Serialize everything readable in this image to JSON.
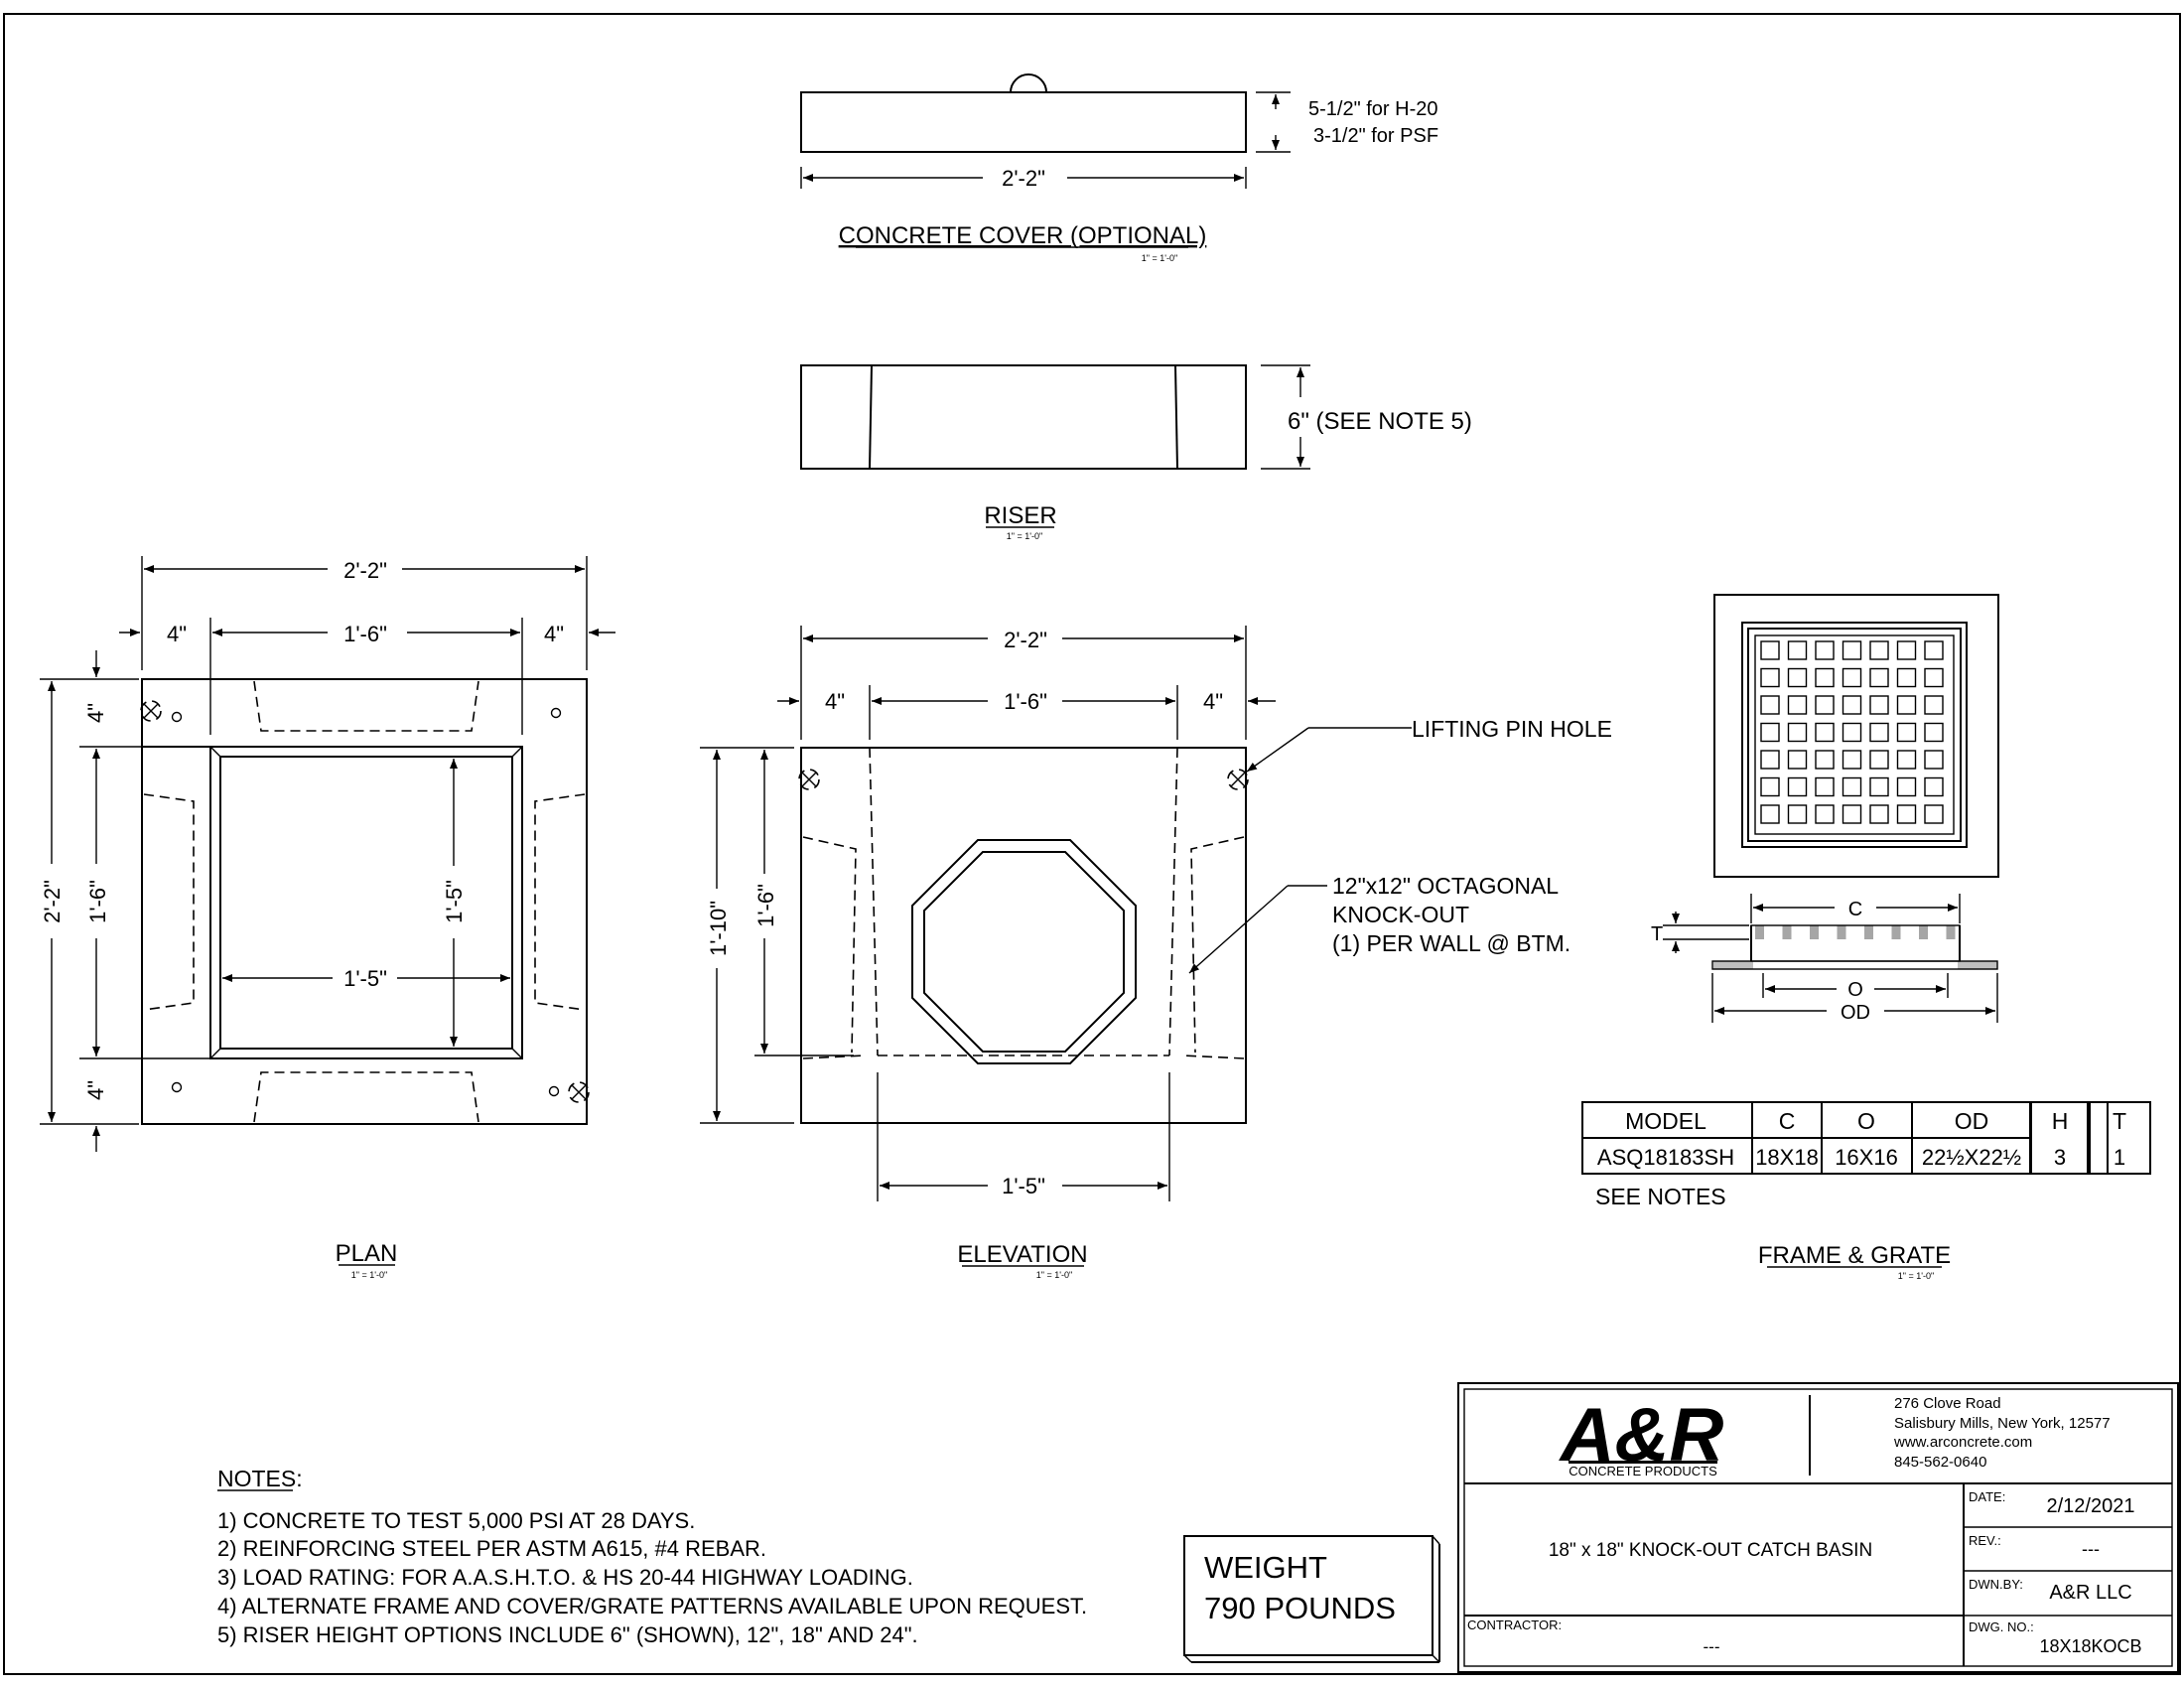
{
  "cover": {
    "title": "CONCRETE COVER (OPTIONAL)",
    "scale": "1\" = 1'-0\"",
    "width_dim": "2'-2\"",
    "thick_h20": "5-1/2\" for H-20",
    "thick_psf": "3-1/2\" for PSF"
  },
  "riser": {
    "title": "RISER",
    "scale": "1\" = 1'-0\"",
    "height_dim": "6\"  (SEE NOTE 5)"
  },
  "plan": {
    "title": "PLAN",
    "scale": "1\" = 1'-0\"",
    "overall_width": "2'-2\"",
    "wall_left": "4\"",
    "inner_width": "1'-6\"",
    "wall_right": "4\"",
    "overall_height": "2'-2\"",
    "wall_top": "4\"",
    "inner_height": "1'-6\"",
    "wall_bottom": "4\"",
    "opening_width": "1'-5\"",
    "opening_height": "1'-5\""
  },
  "elevation": {
    "title": "ELEVATION",
    "scale": "1\" = 1'-0\"",
    "overall_width": "2'-2\"",
    "wall_left": "4\"",
    "inner_width": "1'-6\"",
    "wall_right": "4\"",
    "overall_height": "1'-10\"",
    "inner_height": "1'-6\"",
    "bottom_width": "1'-5\"",
    "lifting_pin": "LIFTING PIN HOLE",
    "knockout_line1": "12\"x12\" OCTAGONAL",
    "knockout_line2": "KNOCK-OUT",
    "knockout_line3": "(1) PER WALL @ BTM."
  },
  "frame": {
    "title": "FRAME & GRATE",
    "scale": "1\" = 1'-0\"",
    "label_c": "C",
    "label_o": "O",
    "label_od": "OD",
    "label_t": "T",
    "table_headers": [
      "MODEL",
      "C",
      "O",
      "OD",
      "H",
      "T"
    ],
    "table_row": [
      "ASQ18183SH",
      "18X18",
      "16X16",
      "22½X22½",
      "3",
      "1"
    ],
    "see_notes": "SEE NOTES"
  },
  "notes": {
    "heading": "NOTES:",
    "items": [
      "1)  CONCRETE TO TEST 5,000 PSI AT 28 DAYS.",
      "2)  REINFORCING STEEL PER ASTM A615, #4 REBAR.",
      "3)  LOAD RATING: FOR A.A.S.H.T.O. & HS 20-44 HIGHWAY LOADING.",
      "4)  ALTERNATE FRAME AND COVER/GRATE PATTERNS AVAILABLE UPON REQUEST.",
      "5)  RISER HEIGHT OPTIONS INCLUDE 6\" (SHOWN), 12\", 18\" AND 24\"."
    ]
  },
  "weight": {
    "line1": "WEIGHT",
    "line2": "790 POUNDS"
  },
  "title_block": {
    "logo_text": "A&R",
    "logo_sub": "CONCRETE PRODUCTS",
    "address1": "276 Clove Road",
    "address2": "Salisbury Mills, New York, 12577",
    "website": "www.arconcrete.com",
    "phone": "845-562-0640",
    "drawing_title": "18\" x 18\" KNOCK-OUT CATCH BASIN",
    "contractor_label": "CONTRACTOR:",
    "contractor_value": "---",
    "date_label": "DATE:",
    "date_value": "2/12/2021",
    "rev_label": "REV.:",
    "rev_value": "---",
    "dwn_label": "DWN.BY:",
    "dwn_value": "A&R LLC",
    "dwg_label": "DWG. NO.:",
    "dwg_value": "18X18KOCB"
  }
}
